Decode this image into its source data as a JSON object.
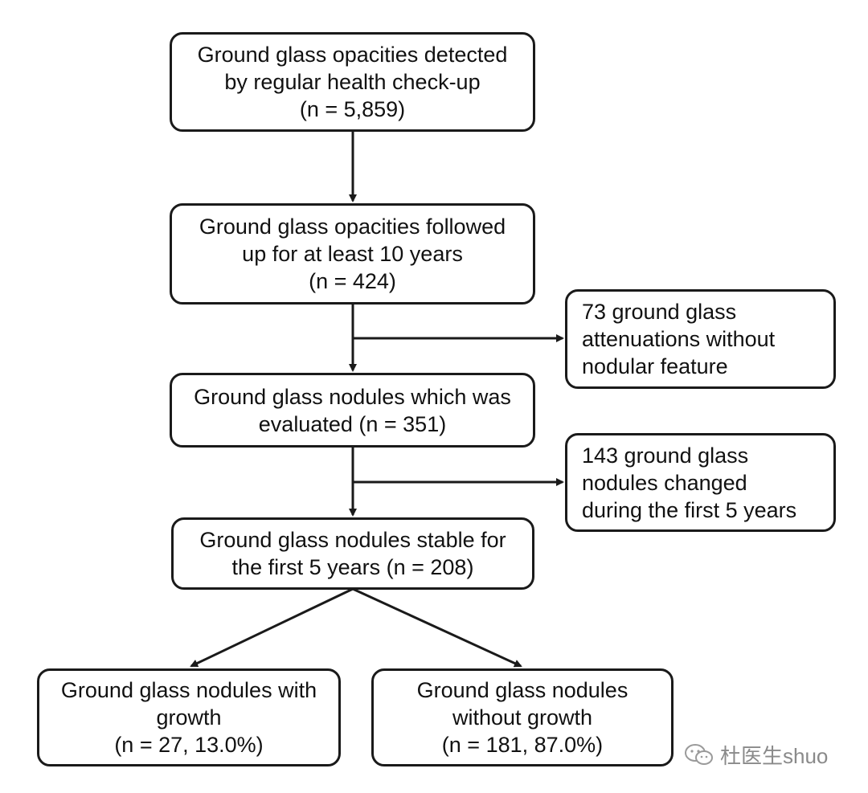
{
  "flowchart": {
    "box1": {
      "lines": [
        "Ground glass opacities detected",
        "by regular health check-up",
        "(n = 5,859)"
      ]
    },
    "box2": {
      "lines": [
        "Ground glass opacities followed",
        "up for at least 10 years",
        "(n = 424)"
      ]
    },
    "side1": {
      "lines": [
        "73 ground glass",
        "attenuations without",
        "nodular feature"
      ]
    },
    "box3": {
      "lines": [
        "Ground glass nodules which was",
        "evaluated (n = 351)"
      ]
    },
    "side2": {
      "lines": [
        "143 ground glass",
        "nodules changed",
        "during the first 5 years"
      ]
    },
    "box4": {
      "lines": [
        "Ground glass nodules stable for",
        "the first 5 years (n = 208)"
      ]
    },
    "box5": {
      "lines": [
        "Ground glass nodules with",
        "growth",
        "(n = 27, 13.0%)"
      ]
    },
    "box6": {
      "lines": [
        "Ground glass nodules",
        "without growth",
        "(n = 181, 87.0%)"
      ]
    }
  },
  "watermark": {
    "text": "杜医生shuo",
    "icon": "wechat-icon"
  }
}
